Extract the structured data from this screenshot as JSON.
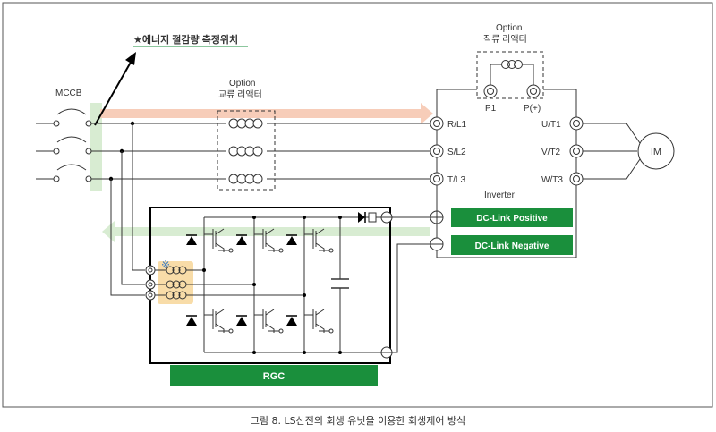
{
  "title": "★에너지 절감량 측정위치",
  "labels": {
    "mccb": "MCCB",
    "option_ac": "Option",
    "ac_reactor": "교류 리액터",
    "option_dc": "Option",
    "dc_reactor": "직류 리액터",
    "p1": "P1",
    "p_plus": "P(+)",
    "inverter": "Inverter",
    "motor": "IM",
    "rgc": "RGC"
  },
  "inputs": [
    "R/L1",
    "S/L2",
    "T/L3"
  ],
  "outputs": [
    "U/T1",
    "V/T2",
    "W/T3"
  ],
  "dc_link": {
    "positive": "DC-Link Positive",
    "negative": "DC-Link Negative"
  },
  "colors": {
    "green": "#1a8f3c",
    "arrow_pink": "#f7cdb9",
    "arrow_green": "#d8ecd2",
    "reactor_highlight": "#f8dca8"
  },
  "caption": "그림 8. LS산전의 회생 유닛을 이용한 회생제어 방식"
}
